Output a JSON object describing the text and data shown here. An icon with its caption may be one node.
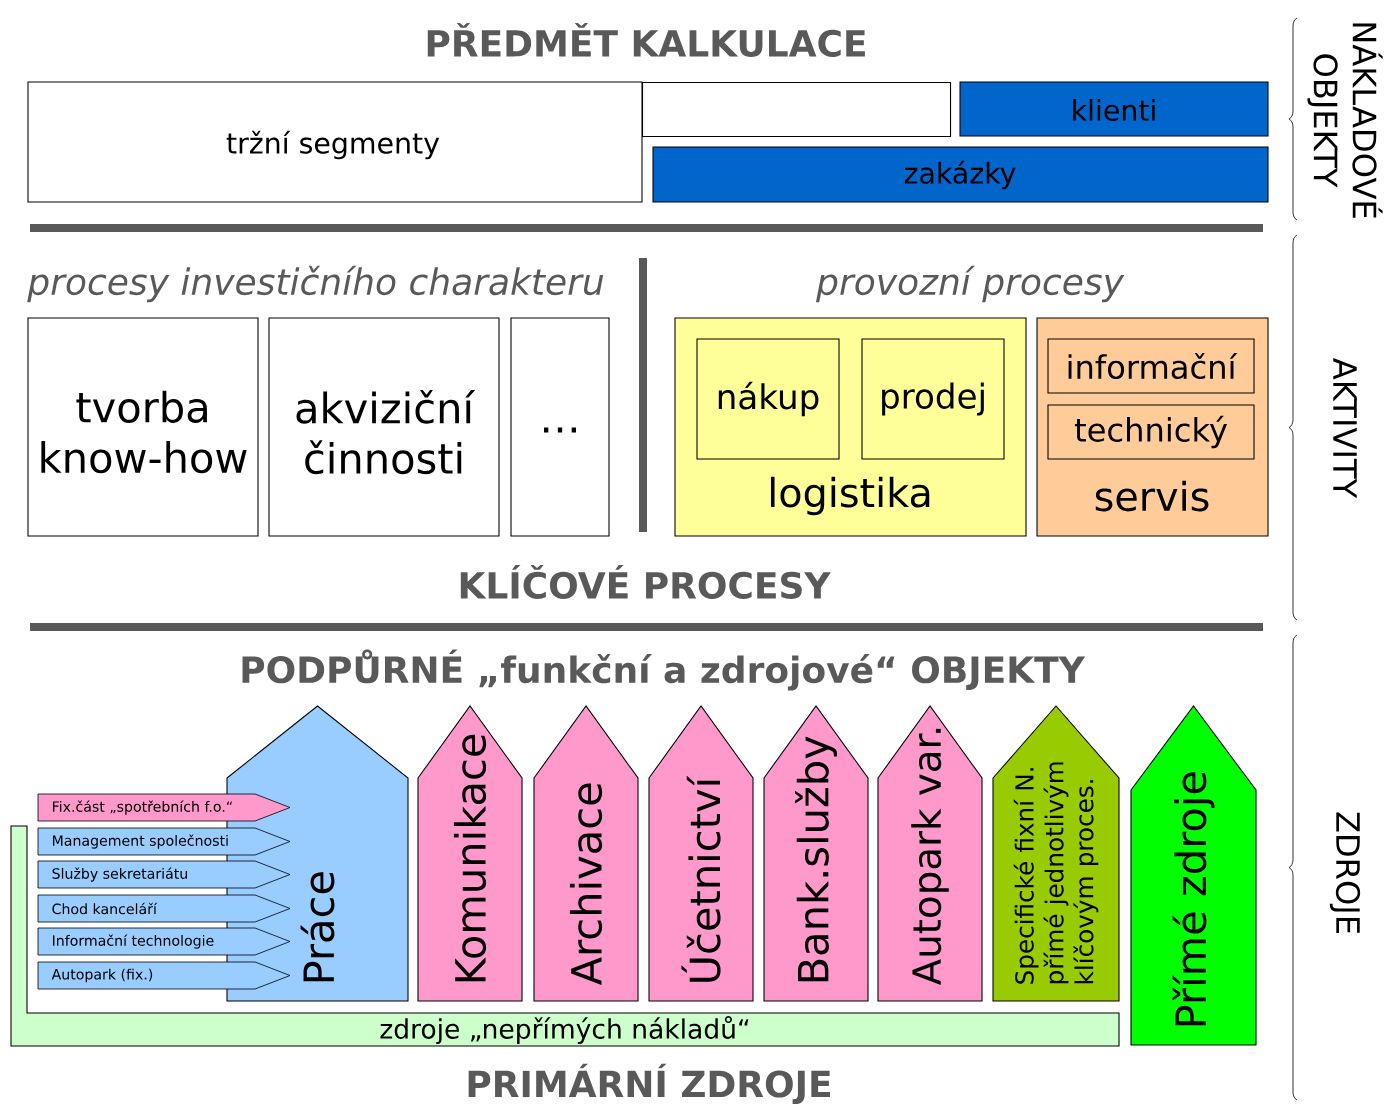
{
  "diagram": {
    "nodes": [
      {
        "text": [
          "tržní segmenty"
        ]
      },
      {
        "text": [],
        "shape": "box"
      },
      {
        "text": [
          "klienti"
        ]
      },
      {
        "text": [
          "zakázky"
        ]
      },
      {
        "text": [
          "tvorba know-how"
        ]
      },
      {
        "text": [
          "akviziční činnosti"
        ]
      },
      {
        "text": [
          "…"
        ]
      },
      {
        "text": [
          "logistika"
        ]
      },
      {
        "text": [
          "nákup"
        ],
        "in": 7
      },
      {
        "text": [
          "prodej"
        ],
        "in": 7
      },
      {
        "text": [
          "servis"
        ]
      },
      {
        "text": [
          "informační"
        ],
        "in": 10
      },
      {
        "text": [
          "technický"
        ],
        "in": 10
      },
      {
        "text": [
          "Práce"
        ]
      },
      {
        "text": [
          "Fix.část „spotřebních f.o.“"
        ]
      },
      {
        "text": [
          "Management společnosti"
        ]
      },
      {
        "text": [
          "Služby sekretariátu"
        ]
      },
      {
        "text": [
          "Chod kanceláří"
        ]
      },
      {
        "text": [
          "Informační technologie"
        ]
      },
      {
        "text": [
          "Autopark (fix.)"
        ]
      },
      {
        "text": [
          "Komunikace"
        ]
      },
      {
        "text": [
          "Archivace"
        ]
      },
      {
        "text": [
          "Účetnictví"
        ]
      },
      {
        "text": [
          "Bank.služby"
        ]
      },
      {
        "text": [
          "Autopark var."
        ]
      },
      {
        "text": [
          "Specifické fixní N. přímé jednotlivým klíčovým proces."
        ]
      },
      {
        "text": [
          "Přímé zdroje"
        ]
      },
      {
        "text": [
          "zdroje „nepřímých nákladů“"
        ]
      }
    ],
    "labels": [
      "PŘEDMĚT KALKULACE",
      "procesy investičního charakteru",
      "provozní procesy",
      "KLÍČOVÉ PROCESY",
      "PODPŮRNÉ „funkční a zdrojové“ OBJEKTY",
      "PRIMÁRNÍ ZDROJE",
      "NÁKLADOVÉ OBJEKTY",
      "AKTIVITY",
      "ZDROJE"
    ]
  }
}
